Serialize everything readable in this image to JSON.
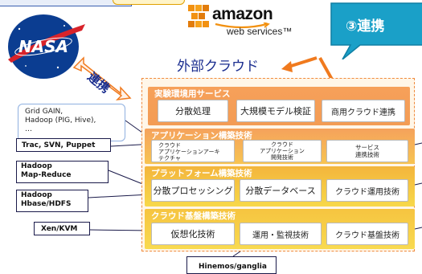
{
  "logos": {
    "nasa_text": "NASA",
    "amazon_text": "amazon",
    "aws_text": "web services™"
  },
  "callout": {
    "text": "③連携"
  },
  "external_cloud": "外部クラウド",
  "link_label": "連携",
  "layers": [
    {
      "title": "実験環境用サービス",
      "cells": [
        "分散処理",
        "大規模モデル検証",
        "商用クラウド連携"
      ]
    },
    {
      "title": "アプリケーション構築技術",
      "cells": [
        "クラウド\nアプリケーションアーキ\nテクチャ",
        "クラウド\nアプリケーション\n開発技術",
        "サービス\n連携技術"
      ]
    },
    {
      "title": "プラットフォーム構築技術",
      "cells": [
        "分散プロセッシング",
        "分散データベース",
        "クラウド運用技術"
      ]
    },
    {
      "title": "クラウド基盤構築技術",
      "cells": [
        "仮想化技術",
        "運用・監視技術",
        "クラウド基盤技術"
      ]
    }
  ],
  "notes": {
    "grid": [
      "Grid GAIN,",
      "Hadoop (PIG, Hive),",
      "…"
    ],
    "trac": "Trac, SVN, Puppet",
    "hadoop_mr": [
      "Hadoop",
      "Map-Reduce"
    ],
    "hadoop_hbase": [
      "Hadoop",
      "Hbase/HDFS"
    ],
    "xen": "Xen/KVM",
    "hinemos": "Hinemos/ganglia"
  },
  "colors": {
    "callout_bg": "#1aa0c8",
    "arrow_orange": "#f07a1e",
    "title_blue": "#1a2d8f"
  }
}
